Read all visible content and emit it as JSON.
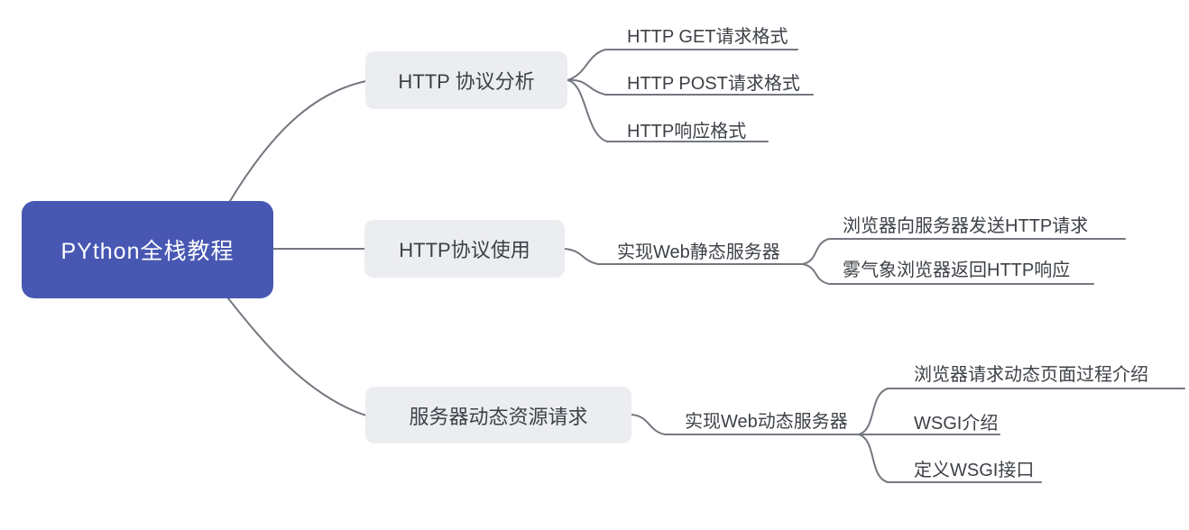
{
  "colors": {
    "root_bg": "#4757b2",
    "root_text": "#ffffff",
    "branch_bg": "#ecedf1",
    "text": "#3d4147",
    "line": "#73787f"
  },
  "root": {
    "label": "PYthon全栈教程"
  },
  "branches": [
    {
      "label": "HTTP 协议分析",
      "children": [
        {
          "label": "HTTP GET请求格式"
        },
        {
          "label": "HTTP POST请求格式"
        },
        {
          "label": "HTTP响应格式"
        }
      ]
    },
    {
      "label": "HTTP协议使用",
      "children": [
        {
          "label": "实现Web静态服务器",
          "children": [
            {
              "label": "浏览器向服务器发送HTTP请求"
            },
            {
              "label": "雾气象浏览器返回HTTP响应"
            }
          ]
        }
      ]
    },
    {
      "label": "服务器动态资源请求",
      "children": [
        {
          "label": "实现Web动态服务器",
          "children": [
            {
              "label": "浏览器请求动态页面过程介绍"
            },
            {
              "label": "WSGI介绍"
            },
            {
              "label": "定义WSGI接口"
            }
          ]
        }
      ]
    }
  ]
}
